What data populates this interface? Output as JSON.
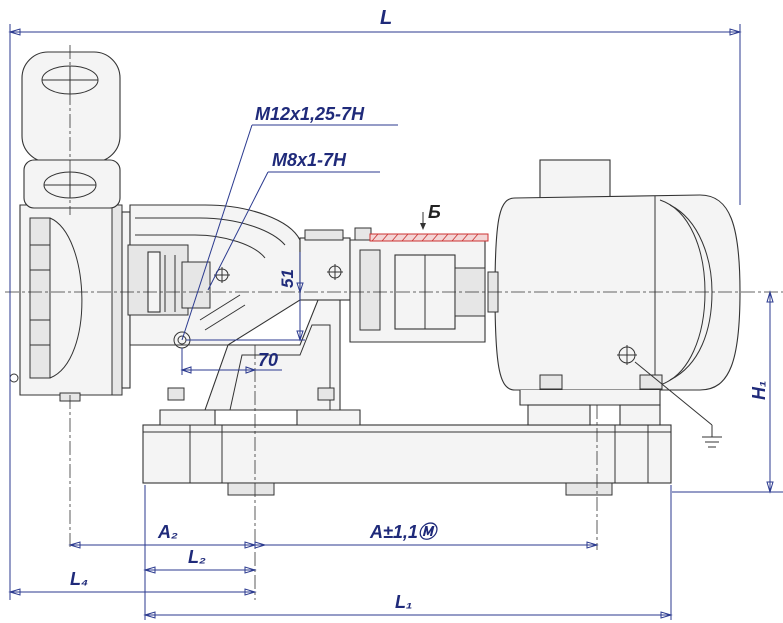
{
  "labels": {
    "L": "L",
    "M12": "M12x1,25-7H",
    "M8": "M8x1-7H",
    "B": "Б",
    "d51": "51",
    "d70": "70",
    "H1": "H₁",
    "A2": "A₂",
    "L2": "L₂",
    "A": "A±1,1Ⓜ",
    "L4": "L₄",
    "L1": "L₁"
  },
  "colors": {
    "dimension": "#2b3a8f",
    "drawing": "#333333",
    "hatch": "#cc3333"
  }
}
